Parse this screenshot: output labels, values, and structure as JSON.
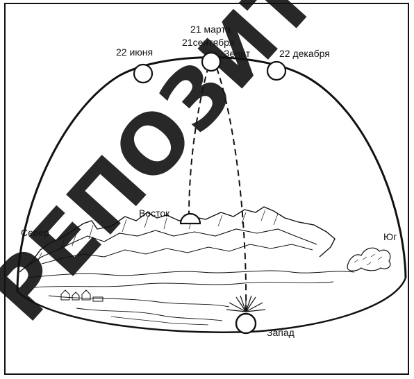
{
  "diagram": {
    "labels": {
      "june": "22 июня",
      "march": "21 марта",
      "september": "21сентября",
      "zenith": "Зенит",
      "december": "22 декабря",
      "east": "Восток",
      "north": "Север",
      "south": "Юг",
      "west": "Запад"
    },
    "watermark": "РЕПОЗИТОРИЙ"
  },
  "colors": {
    "ink": "#111111",
    "paper": "#ffffff",
    "watermark": "#e8e8e8"
  }
}
